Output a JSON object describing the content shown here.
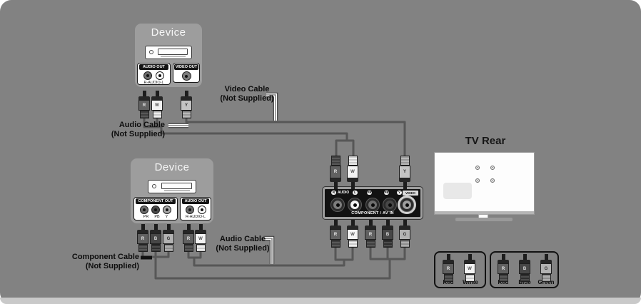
{
  "colors": {
    "diagram_background": "#828282",
    "bottom_strip": "#c9c9c9",
    "device_box": "#9d9d9d",
    "cable": "#575757",
    "panel_face": "#121212"
  },
  "device_top": {
    "title": "Device",
    "audio_out": {
      "label": "AUDIO OUT",
      "sub": "R-AUDIO-L"
    },
    "video_out": {
      "label": "VIDEO OUT"
    }
  },
  "device_bottom": {
    "title": "Device",
    "component_out": {
      "label": "COMPONENT OUT",
      "jacks": [
        "PR",
        "PB",
        "Y"
      ]
    },
    "audio_out": {
      "label": "AUDIO OUT",
      "sub": "R-AUDIO-L"
    }
  },
  "cable_labels": {
    "video": {
      "line1": "Video Cable",
      "line2": "(Not Supplied)"
    },
    "audio_top": {
      "line1": "Audio Cable",
      "line2": "(Not Supplied)"
    },
    "audio_bottom": {
      "line1": "Audio Cable",
      "line2": "(Not Supplied)"
    },
    "component": {
      "line1": "Component Cable",
      "line2": "(Not Supplied)"
    }
  },
  "panel": {
    "r": "R",
    "audio": "AUDIO",
    "l": "L",
    "pr": "PR",
    "pb": "PB",
    "y": "Y",
    "video": "VIDEO",
    "caption": "COMPONENT / AV IN"
  },
  "tv": {
    "title": "TV Rear"
  },
  "plug_letters": {
    "red": "R",
    "white": "W",
    "yellow": "Y",
    "blue": "B",
    "green": "G"
  },
  "legend": {
    "audio_box": [
      {
        "name": "Red"
      },
      {
        "name": "White"
      }
    ],
    "component_box": [
      {
        "name": "Red"
      },
      {
        "name": "Blue"
      },
      {
        "name": "Green"
      }
    ]
  }
}
